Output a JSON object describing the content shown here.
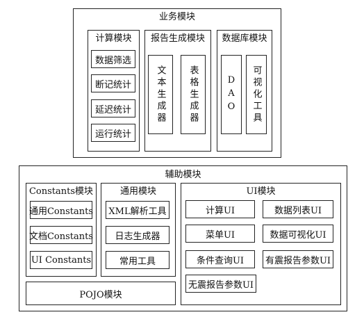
{
  "business": {
    "title": "业务模块",
    "calc": {
      "title": "计算模块",
      "items": [
        "数据筛选",
        "断记统计",
        "延迟统计",
        "运行统计"
      ]
    },
    "report": {
      "title": "报告生成模块",
      "items": [
        "文本生成器",
        "表格生成器"
      ]
    },
    "database": {
      "title": "数据库模块",
      "items": [
        "DAO",
        "可视化工具"
      ]
    }
  },
  "aux": {
    "title": "辅助模块",
    "constants": {
      "title": "Constants模块",
      "items": [
        "通用Constants",
        "文档Constants",
        "UI Constants"
      ]
    },
    "common": {
      "title": "通用模块",
      "items": [
        "XML解析工具",
        "日志生成器",
        "常用工具"
      ]
    },
    "pojo": {
      "title": "POJO模块"
    },
    "ui": {
      "title": "UI模块",
      "items": [
        "计算UI",
        "数据列表UI",
        "菜单UI",
        "数据可视化UI",
        "条件查询UI",
        "有震报告参数UI",
        "无震报告参数UI"
      ]
    }
  }
}
